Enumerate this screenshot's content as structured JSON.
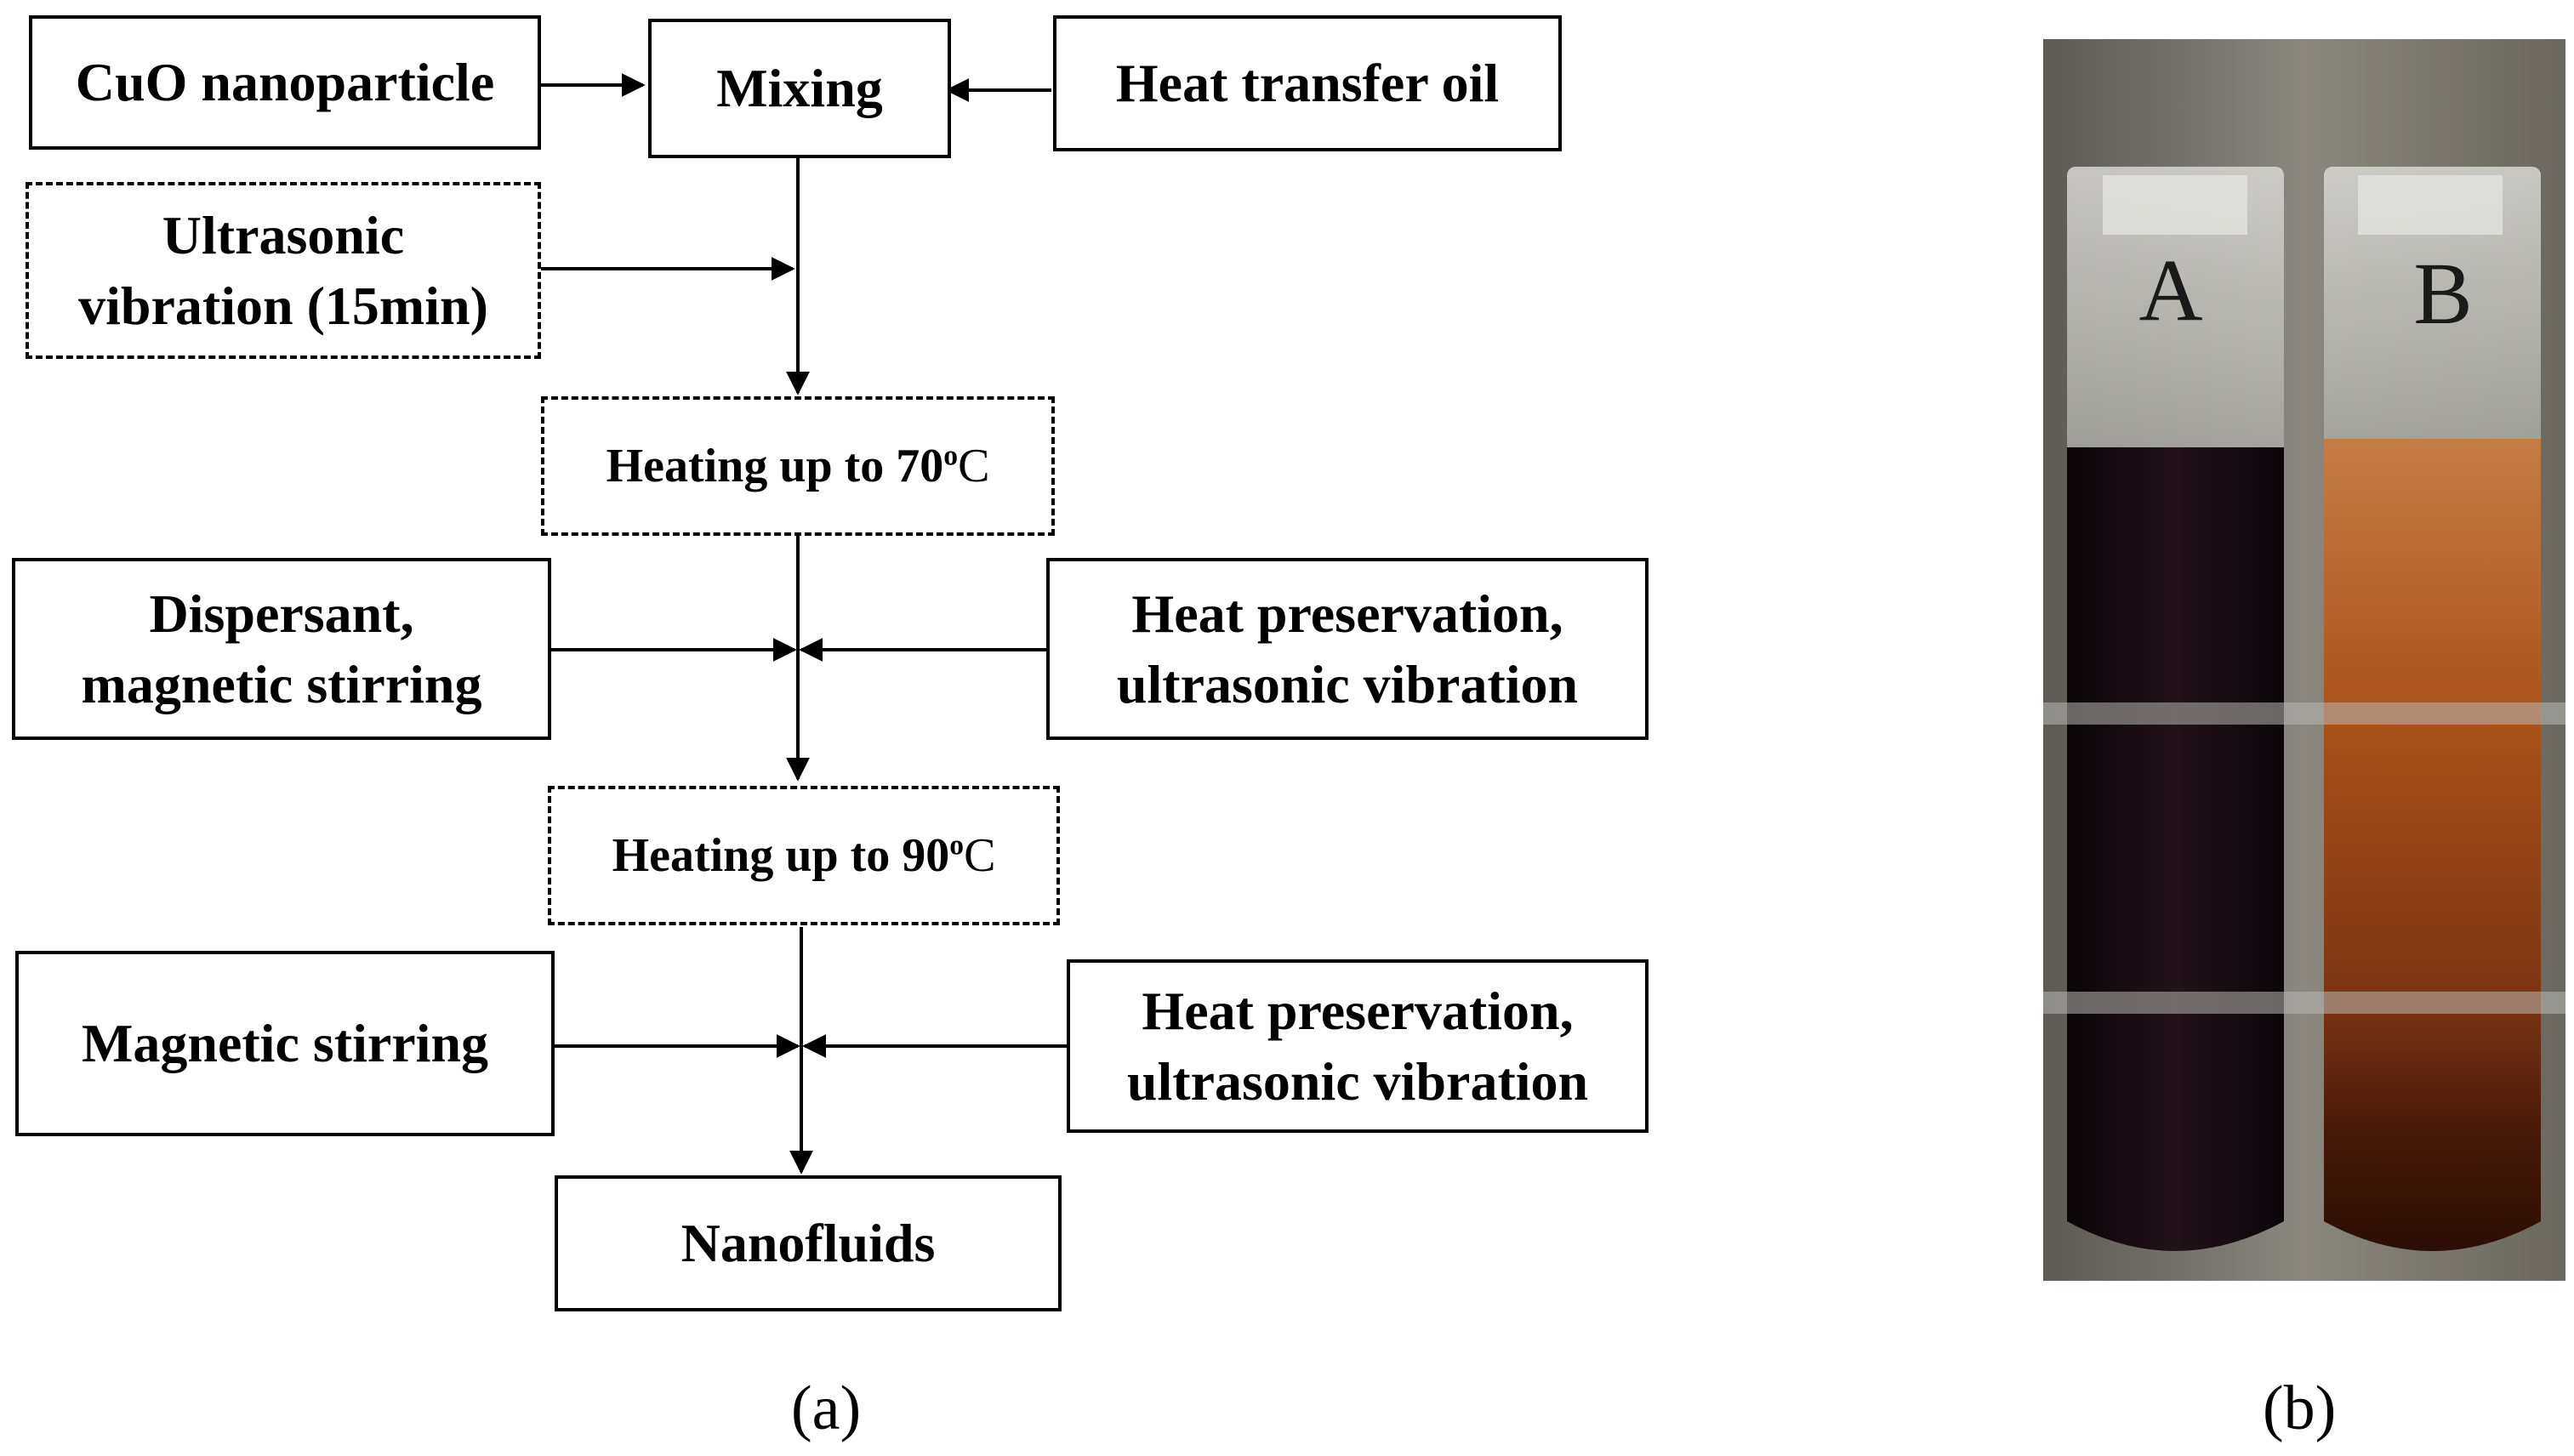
{
  "panel_a": {
    "label": "(a)",
    "boxes": {
      "cuo": "CuO nanoparticle",
      "mixing": "Mixing",
      "oil": "Heat transfer oil",
      "ultrasonic_line1": "Ultrasonic",
      "ultrasonic_line2": "vibration (15min)",
      "heat70_text": "Heating up to 70",
      "heat70_sup": "o",
      "heat70_unit": "C",
      "dispersant_line1": "Dispersant,",
      "dispersant_line2": "magnetic stirring",
      "preserve1_line1": "Heat preservation,",
      "preserve1_line2": "ultrasonic vibration",
      "heat90_text": "Heating up to 90",
      "heat90_sup": "o",
      "heat90_unit": "C",
      "magnetic": "Magnetic stirring",
      "preserve2_line1": "Heat preservation,",
      "preserve2_line2": "ultrasonic vibration",
      "nanofluids": "Nanofluids"
    }
  },
  "panel_b": {
    "label": "(b)",
    "tube_a_label": "A",
    "tube_b_label": "B"
  },
  "colors": {
    "line": "#000000",
    "tube_a_fluid": "#1a0d10",
    "tube_b_fluid": "#a8521a",
    "photo_background": "#6e6a62"
  }
}
